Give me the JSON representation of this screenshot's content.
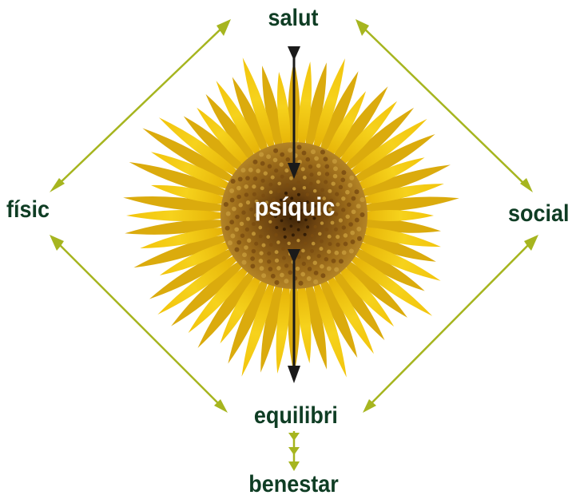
{
  "labels": {
    "top": "salut",
    "left": "físic",
    "right": "social",
    "center": "psíquic",
    "equilibrium": "equilibri",
    "bottom": "benestar"
  },
  "colors": {
    "label_text": "#0f3d24",
    "center_text": "#ffffff",
    "arrow_green": "#a6b51f",
    "arrow_black": "#1a1a1a",
    "petal_yellow": "#f2c70f",
    "seed_brown": "#8a5a14"
  },
  "icons": {
    "center_image": "sunflower-icon"
  }
}
